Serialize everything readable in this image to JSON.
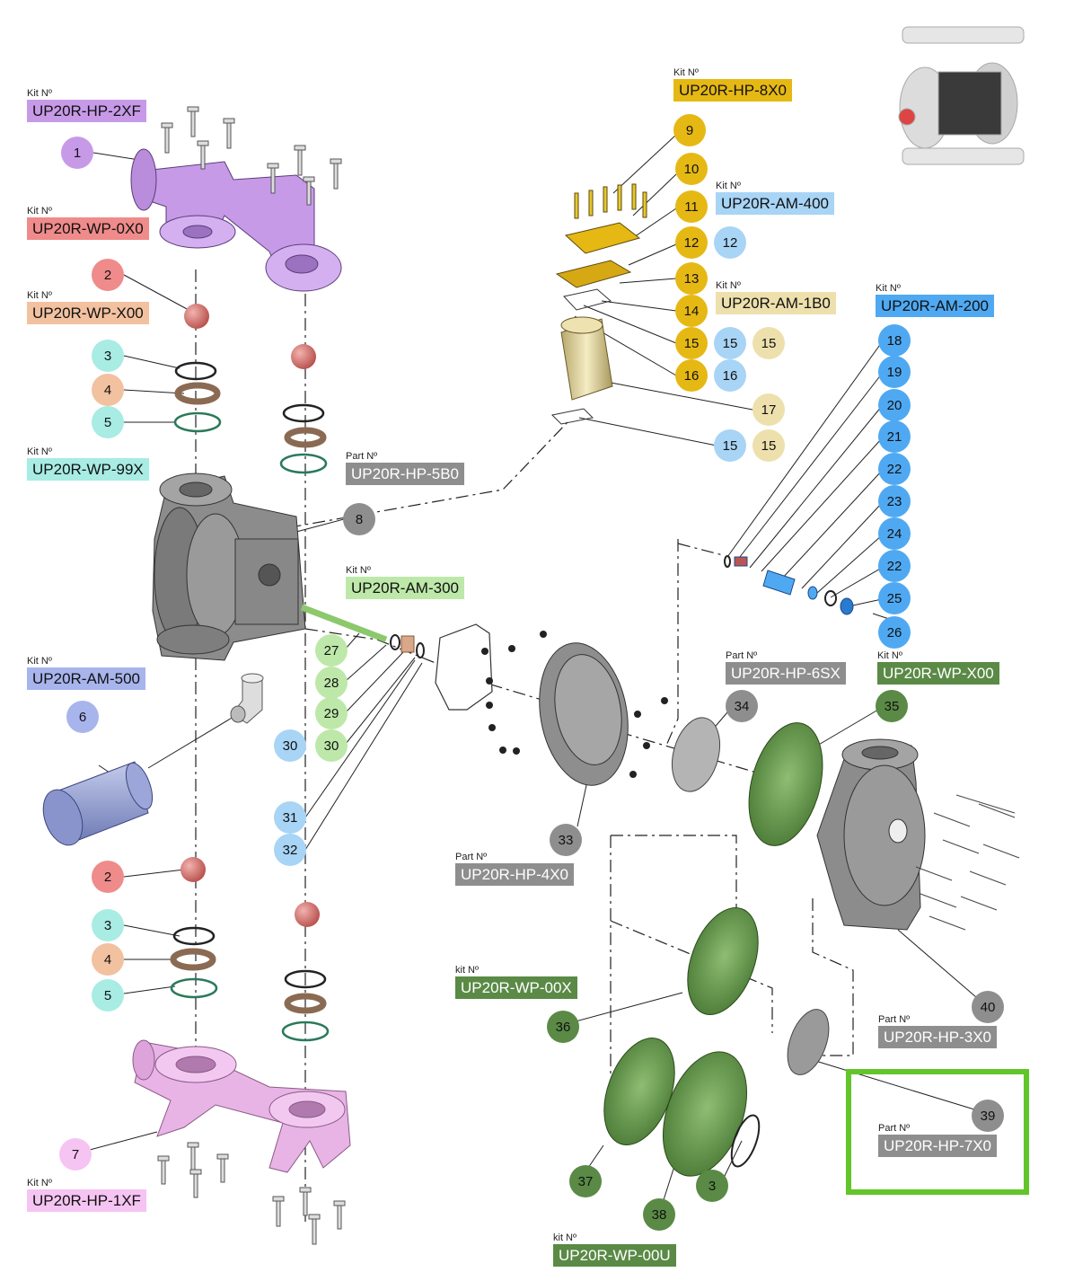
{
  "kits": [
    {
      "id": "k1",
      "caption": "Kit Nº",
      "code": "UP20R-HP-2XF",
      "color": "#c79ae8"
    },
    {
      "id": "k2",
      "caption": "Kit Nº",
      "code": "UP20R-WP-0X0",
      "color": "#ef8b8b"
    },
    {
      "id": "k3",
      "caption": "Kit Nº",
      "code": "UP20R-WP-X00",
      "color": "#f2c1a0"
    },
    {
      "id": "k4",
      "caption": "Kit Nº",
      "code": "UP20R-WP-99X",
      "color": "#a8ece4"
    },
    {
      "id": "k5",
      "caption": "Kit Nº",
      "code": "UP20R-AM-500",
      "color": "#a8b4ec"
    },
    {
      "id": "k6",
      "caption": "Kit Nº",
      "code": "UP20R-HP-1XF",
      "color": "#f6c4f2"
    },
    {
      "id": "k7",
      "caption": "Part Nº",
      "code": "UP20R-HP-5B0",
      "color": "#8e8e8e"
    },
    {
      "id": "k8",
      "caption": "Kit Nº",
      "code": "UP20R-AM-300",
      "color": "#bde8a9"
    },
    {
      "id": "k9",
      "caption": "Kit Nº",
      "code": "UP20R-HP-8X0",
      "color": "#e6b814"
    },
    {
      "id": "k10",
      "caption": "Kit Nº",
      "code": "UP20R-AM-400",
      "color": "#a8d4f6"
    },
    {
      "id": "k11",
      "caption": "Kit Nº",
      "code": "UP20R-AM-1B0",
      "color": "#ede0ac"
    },
    {
      "id": "k12",
      "caption": "Kit Nº",
      "code": "UP20R-AM-200",
      "color": "#4fa9f2"
    },
    {
      "id": "k13",
      "caption": "Part Nº",
      "code": "UP20R-HP-6SX",
      "color": "#8e8e8e"
    },
    {
      "id": "k14",
      "caption": "Kit Nº",
      "code": "UP20R-WP-X00",
      "color": "#5a8a46"
    },
    {
      "id": "k15",
      "caption": "Part Nº",
      "code": "UP20R-HP-4X0",
      "color": "#8e8e8e"
    },
    {
      "id": "k16",
      "caption": "kit Nº",
      "code": "UP20R-WP-00X",
      "color": "#5a8a46"
    },
    {
      "id": "k17",
      "caption": "Part Nº",
      "code": "UP20R-HP-3X0",
      "color": "#8e8e8e"
    },
    {
      "id": "k18",
      "caption": "Part Nº",
      "code": "UP20R-HP-7X0",
      "color": "#8e8e8e"
    },
    {
      "id": "k19",
      "caption": "kit Nº",
      "code": "UP20R-WP-00U",
      "color": "#5a8a46"
    }
  ],
  "callouts": [
    {
      "n": "1",
      "color": "#c79ae8"
    },
    {
      "n": "2",
      "color": "#ef8b8b"
    },
    {
      "n": "3",
      "color": "#a8ece4"
    },
    {
      "n": "4",
      "color": "#f2c1a0"
    },
    {
      "n": "5",
      "color": "#a8ece4"
    },
    {
      "n": "6",
      "color": "#a8b4ec"
    },
    {
      "n": "2",
      "color": "#ef8b8b"
    },
    {
      "n": "3",
      "color": "#a8ece4"
    },
    {
      "n": "4",
      "color": "#f2c1a0"
    },
    {
      "n": "5",
      "color": "#a8ece4"
    },
    {
      "n": "7",
      "color": "#f6c4f2"
    },
    {
      "n": "8",
      "color": "#8e8e8e"
    },
    {
      "n": "27",
      "color": "#bde8a9"
    },
    {
      "n": "28",
      "color": "#bde8a9"
    },
    {
      "n": "29",
      "color": "#bde8a9"
    },
    {
      "n": "30",
      "color": "#a8d4f6"
    },
    {
      "n": "30",
      "color": "#bde8a9"
    },
    {
      "n": "31",
      "color": "#a8d4f6"
    },
    {
      "n": "32",
      "color": "#a8d4f6"
    },
    {
      "n": "9",
      "color": "#e6b814"
    },
    {
      "n": "10",
      "color": "#e6b814"
    },
    {
      "n": "11",
      "color": "#e6b814"
    },
    {
      "n": "12",
      "color": "#e6b814"
    },
    {
      "n": "12",
      "color": "#a8d4f6"
    },
    {
      "n": "13",
      "color": "#e6b814"
    },
    {
      "n": "14",
      "color": "#e6b814"
    },
    {
      "n": "15",
      "color": "#e6b814"
    },
    {
      "n": "15",
      "color": "#a8d4f6"
    },
    {
      "n": "15",
      "color": "#ede0ac"
    },
    {
      "n": "16",
      "color": "#e6b814"
    },
    {
      "n": "16",
      "color": "#a8d4f6"
    },
    {
      "n": "17",
      "color": "#ede0ac"
    },
    {
      "n": "15",
      "color": "#a8d4f6"
    },
    {
      "n": "15",
      "color": "#ede0ac"
    },
    {
      "n": "18",
      "color": "#4fa9f2"
    },
    {
      "n": "19",
      "color": "#4fa9f2"
    },
    {
      "n": "20",
      "color": "#4fa9f2"
    },
    {
      "n": "21",
      "color": "#4fa9f2"
    },
    {
      "n": "22",
      "color": "#4fa9f2"
    },
    {
      "n": "23",
      "color": "#4fa9f2"
    },
    {
      "n": "24",
      "color": "#4fa9f2"
    },
    {
      "n": "22",
      "color": "#4fa9f2"
    },
    {
      "n": "25",
      "color": "#4fa9f2"
    },
    {
      "n": "26",
      "color": "#4fa9f2"
    },
    {
      "n": "34",
      "color": "#8e8e8e"
    },
    {
      "n": "35",
      "color": "#5a8a46"
    },
    {
      "n": "33",
      "color": "#8e8e8e"
    },
    {
      "n": "40",
      "color": "#8e8e8e"
    },
    {
      "n": "36",
      "color": "#5a8a46"
    },
    {
      "n": "39",
      "color": "#8e8e8e"
    },
    {
      "n": "37",
      "color": "#5a8a46"
    },
    {
      "n": "38",
      "color": "#5a8a46"
    },
    {
      "n": "3",
      "color": "#5a8a46"
    }
  ],
  "highlight_color": "#62c52a"
}
